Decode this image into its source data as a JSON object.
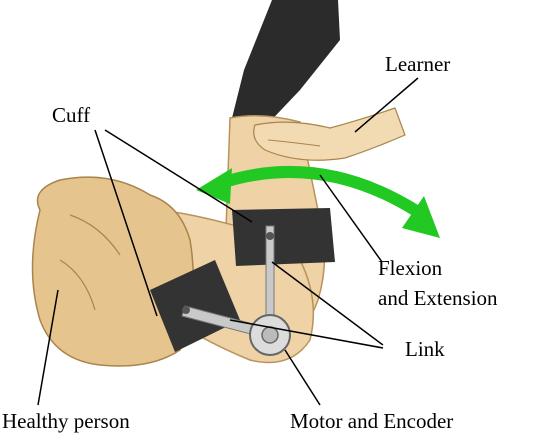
{
  "labels": {
    "learner": "Learner",
    "cuff": "Cuff",
    "flexion_line1": "Flexion",
    "flexion_line2": "and Extension",
    "link": "Link",
    "healthy_person": "Healthy person",
    "motor_encoder": "Motor and Encoder"
  },
  "colors": {
    "skin": "#efd3a6",
    "skin_shadow": "#d9b67f",
    "sleeve": "#2b2b2b",
    "cuff": "#333333",
    "arrow": "#22c922",
    "metal": "#c9c9c9"
  },
  "icons": {
    "arrow": "double-headed-curved-arrow",
    "device": "elbow-exoskeleton"
  }
}
